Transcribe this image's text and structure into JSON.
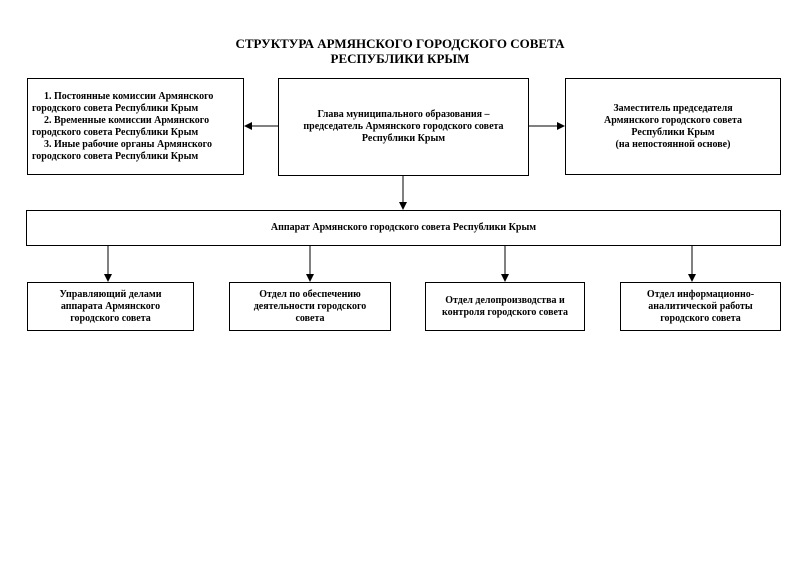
{
  "title": {
    "line1": "СТРУКТУРА АРМЯНСКОГО ГОРОДСКОГО СОВЕТА",
    "line2": "РЕСПУБЛИКИ КРЫМ"
  },
  "head": {
    "lines": [
      "Глава муниципального образования –",
      "председатель Армянского городского совета",
      "Республики Крым"
    ]
  },
  "commissions": {
    "lines": [
      "1. Постоянные комиссии Армянского",
      "городского совета Республики Крым",
      "2. Временные комиссии Армянского",
      "городского совета Республики Крым",
      "3. Иные рабочие органы Армянского",
      "городского совета Республики Крым"
    ]
  },
  "deputy": {
    "lines": [
      "Заместитель председателя",
      "Армянского городского совета",
      "Республики Крым",
      "(на непостоянной основе)"
    ]
  },
  "apparatus": {
    "label": "Аппарат Армянского городского совета Республики Крым"
  },
  "departments": [
    {
      "lines": [
        "Управляющий делами",
        "аппарата Армянского",
        "городского совета"
      ]
    },
    {
      "lines": [
        "Отдел по обеспечению",
        "деятельности городского",
        "совета"
      ]
    },
    {
      "lines": [
        "Отдел делопроизводства и",
        "контроля городского совета"
      ]
    },
    {
      "lines": [
        "Отдел информационно-",
        "аналитической работы",
        "городского совета"
      ]
    }
  ]
}
